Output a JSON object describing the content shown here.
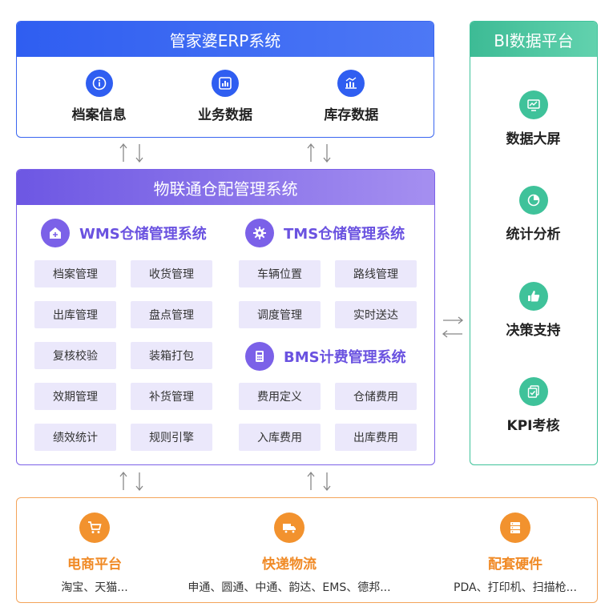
{
  "erp": {
    "title": "管家婆ERP系统",
    "items": [
      {
        "icon": "info-icon",
        "label": "档案信息"
      },
      {
        "icon": "bar-report-icon",
        "label": "业务数据"
      },
      {
        "icon": "stock-chart-icon",
        "label": "库存数据"
      }
    ]
  },
  "bi": {
    "title": "BI数据平台",
    "items": [
      {
        "icon": "dashboard-screen-icon",
        "label": "数据大屏"
      },
      {
        "icon": "pie-chart-icon",
        "label": "统计分析"
      },
      {
        "icon": "thumbs-up-icon",
        "label": "决策支持"
      },
      {
        "icon": "kpi-check-icon",
        "label": "KPI考核"
      }
    ]
  },
  "main": {
    "title": "物联通仓配管理系统",
    "wms": {
      "title": "WMS仓储管理系统",
      "icon": "warehouse-home-icon",
      "tags": [
        "档案管理",
        "收货管理",
        "出库管理",
        "盘点管理",
        "复核校验",
        "装箱打包",
        "效期管理",
        "补货管理",
        "绩效统计",
        "规则引擎"
      ]
    },
    "tms": {
      "title": "TMS仓储管理系统",
      "icon": "gear-icon",
      "tags": [
        "车辆位置",
        "路线管理",
        "调度管理",
        "实时送达"
      ]
    },
    "bms": {
      "title": "BMS计费管理系统",
      "icon": "calculator-icon",
      "tags": [
        "费用定义",
        "仓储费用",
        "入库费用",
        "出库费用"
      ]
    }
  },
  "bottom": {
    "items": [
      {
        "icon": "shopping-cart-icon",
        "name": "电商平台",
        "desc": "淘宝、天猫..."
      },
      {
        "icon": "delivery-truck-icon",
        "name": "快递物流",
        "desc": "申通、圆通、中通、韵达、EMS、德邦..."
      },
      {
        "icon": "server-hardware-icon",
        "name": "配套硬件",
        "desc": "PDA、打印机、扫描枪..."
      }
    ]
  },
  "colors": {
    "erp_blue": "#2f5ef1",
    "bi_green": "#3fc29a",
    "main_purple": "#7b61e8",
    "tag_bg": "#ebe8fb",
    "bottom_orange": "#f2922e",
    "arrow_gray": "#888888"
  }
}
